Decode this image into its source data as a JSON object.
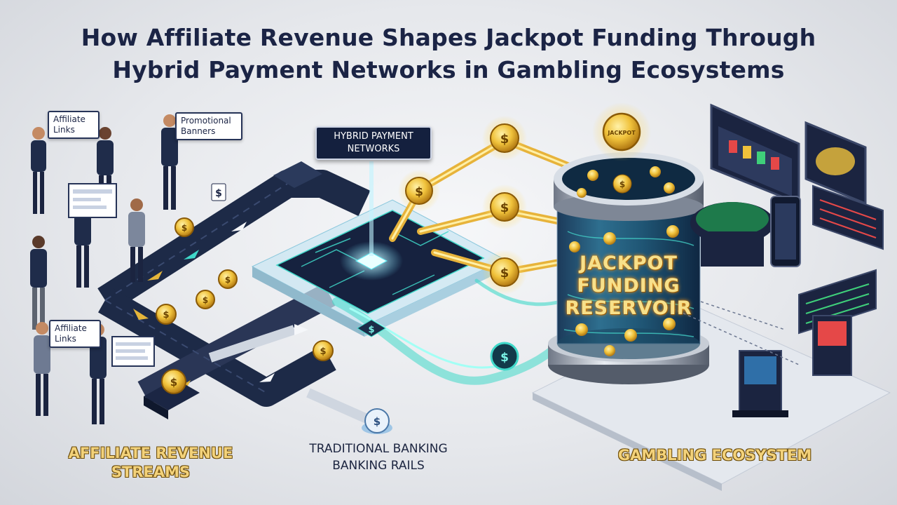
{
  "title": {
    "line1": "How Affiliate Revenue Shapes Jackpot Funding Through",
    "line2": "Hybrid Payment Networks in Gambling Ecosystems"
  },
  "callouts": {
    "affiliate_links_top": "Affiliate\nLinks",
    "promotional_banners": "Promotional\nBanners",
    "hybrid_payment_networks": "HYBRID PAYMENT\nNETWORKS",
    "affiliate_links_bottom": "Affiliate\nLinks",
    "coin_label": "JACKPOT"
  },
  "reservoir": {
    "label_line1": "JACKPOT",
    "label_line2": "FUNDING",
    "label_line3": "RESERVOIR"
  },
  "section_labels": {
    "affiliate_revenue_streams": "AFFILIATE REVENUE\nSTREAMS",
    "traditional_banking_line1": "TRADITIONAL BANKING",
    "traditional_banking_line2": "BANKING RAILS",
    "gambling_ecosystem": "GAMBLING ECOSYSTEM"
  },
  "colors": {
    "title": "#1b2445",
    "gold": "#e8b531",
    "navy": "#14203e",
    "teal": "#3fd8c9"
  }
}
